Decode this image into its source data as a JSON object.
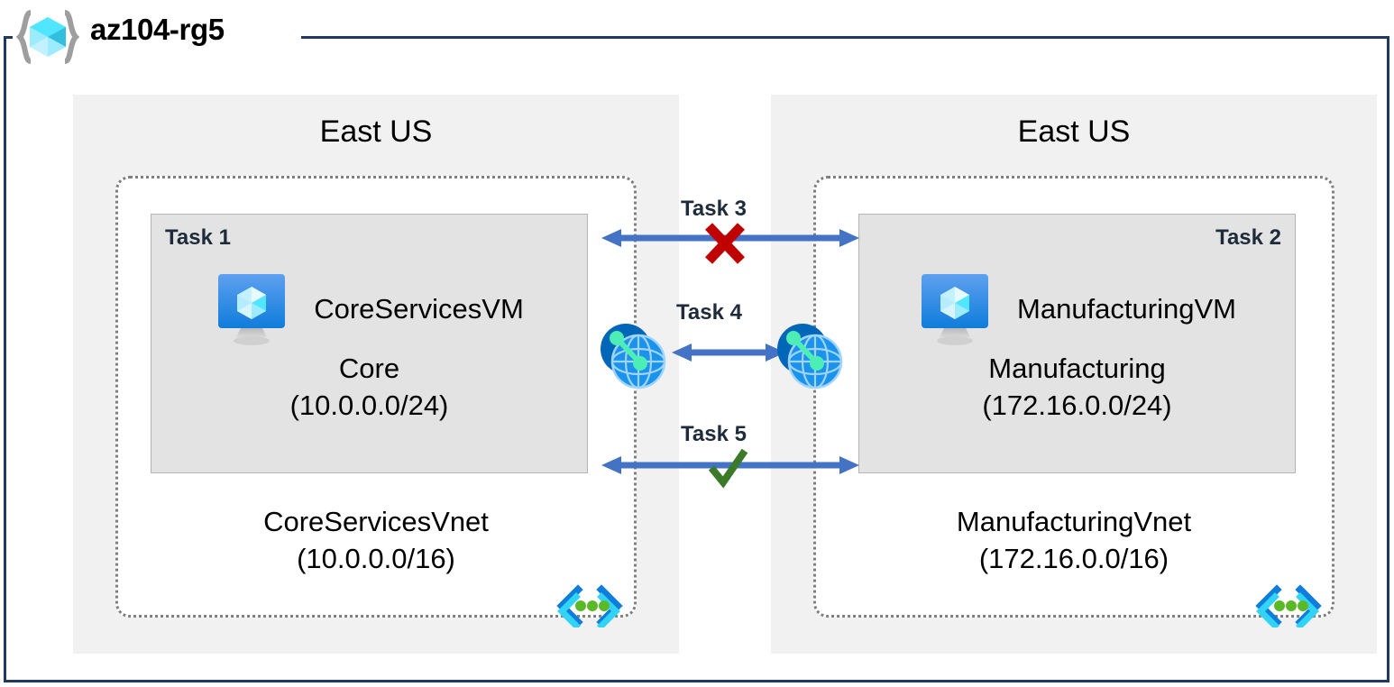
{
  "resource_group": {
    "name": "az104-rg5",
    "icon": "resource-group-icon"
  },
  "regions": [
    {
      "id": "left",
      "label": "East US"
    },
    {
      "id": "right",
      "label": "East US"
    }
  ],
  "vnets": [
    {
      "id": "coreservices",
      "name": "CoreServicesVnet",
      "cidr": "(10.0.0.0/16)",
      "icon": "vnet-icon",
      "subnet": {
        "task_tag": "Task 1",
        "task_tag_align": "left",
        "name": "Core",
        "cidr": "(10.0.0.0/24)",
        "vm": {
          "name": "CoreServicesVM",
          "icon": "virtual-machine-icon"
        }
      },
      "peering_icon": "vnet-peering-icon"
    },
    {
      "id": "manufacturing",
      "name": "ManufacturingVnet",
      "cidr": "(172.16.0.0/16)",
      "icon": "vnet-icon",
      "subnet": {
        "task_tag": "Task 2",
        "task_tag_align": "right",
        "name": "Manufacturing",
        "cidr": "(172.16.0.0/24)",
        "vm": {
          "name": "ManufacturingVM",
          "icon": "virtual-machine-icon"
        }
      },
      "peering_icon": "vnet-peering-icon"
    }
  ],
  "connections": [
    {
      "id": "task3",
      "label": "Task 3",
      "status": "blocked",
      "marker": "red-x-mark"
    },
    {
      "id": "task4",
      "label": "Task 4",
      "status": "peering",
      "marker": "none"
    },
    {
      "id": "task5",
      "label": "Task 5",
      "status": "allowed",
      "marker": "green-check-mark"
    }
  ],
  "colors": {
    "frame_border": "#1f3864",
    "region_fill": "#f1f1f1",
    "vnet_border": "#7f7f7f",
    "subnet_fill": "#e3e3e3",
    "subnet_border": "#b4b4b4",
    "arrow": "#4472c4",
    "blocked": "#c00000",
    "allowed": "#3a7a28",
    "task_text": "#1f2b3a",
    "azure_blue": "#0078d4",
    "cube_cyan": "#50e6ff"
  }
}
